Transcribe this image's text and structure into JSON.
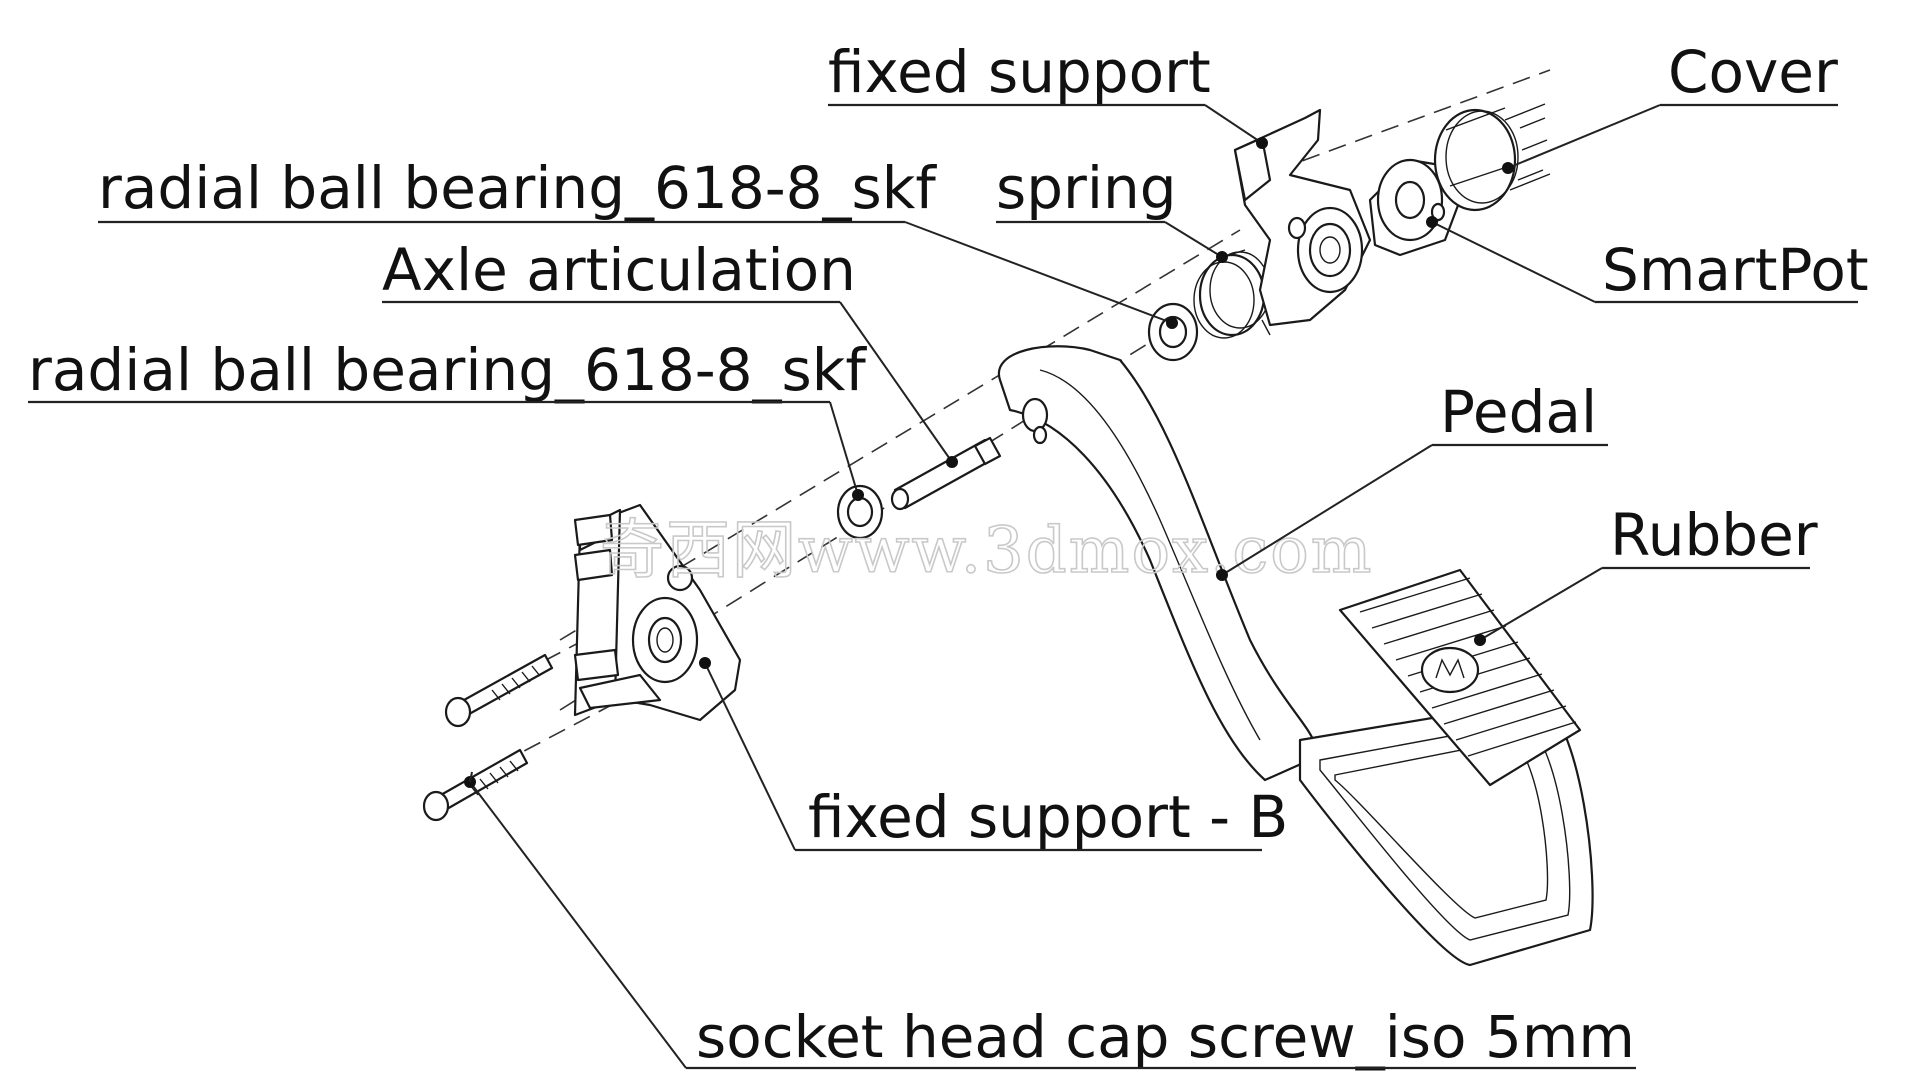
{
  "labels": {
    "fixed_support": "fixed support",
    "cover": "Cover",
    "spring": "spring",
    "bearing_top": "radial ball bearing_618-8_skf",
    "smartpot": "SmartPot",
    "axle": "Axle articulation",
    "bearing_bottom": "radial ball bearing_618-8_skf",
    "pedal": "Pedal",
    "rubber": "Rubber",
    "fixed_support_b": "fixed support - B",
    "screw": "socket head cap screw_iso 5mm"
  },
  "watermark": "奇西网www.3dmox.com",
  "colors": {
    "ink": "#111111",
    "paper": "#ffffff",
    "watermark": "#c9c9c9"
  }
}
